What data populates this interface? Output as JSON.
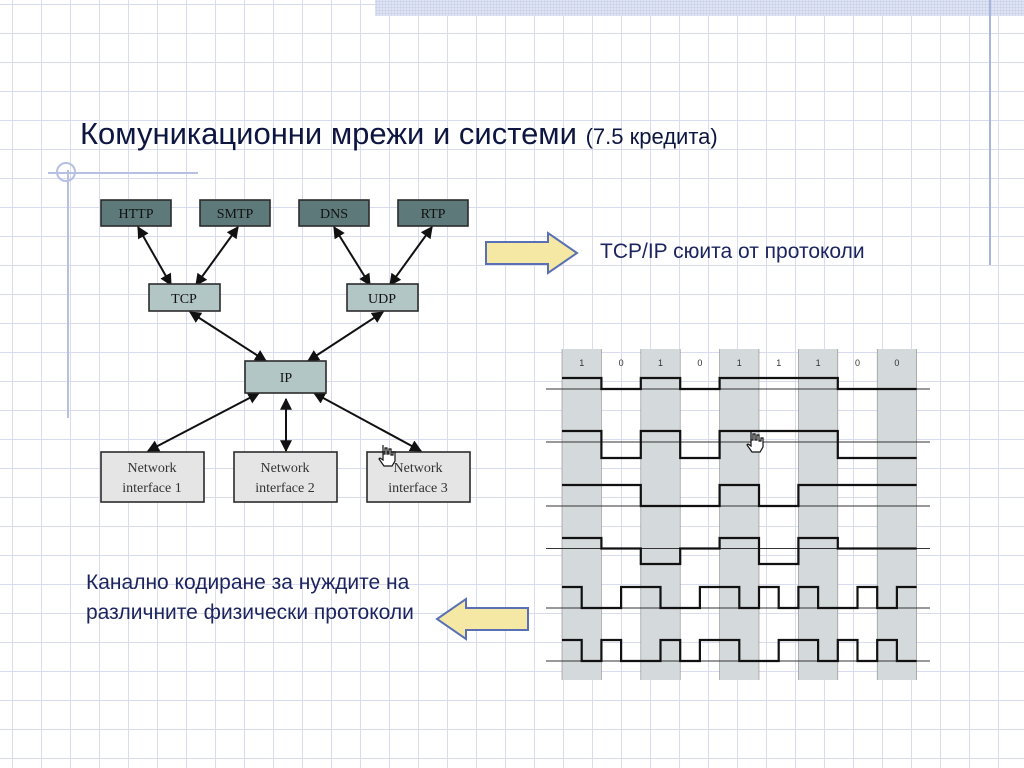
{
  "slide": {
    "title_main": "Комуникационни мрежи и системи",
    "title_sub": "(7.5 кредита)"
  },
  "notes": {
    "tcpip": "TCP/IP сюита от протоколи",
    "channel_coding": "Канално кодиране за нуждите на различните физически протоколи"
  },
  "protocol_stack": {
    "application": [
      "HTTP",
      "SMTP",
      "DNS",
      "RTP"
    ],
    "transport": [
      "TCP",
      "UDP"
    ],
    "network": "IP",
    "interfaces": [
      {
        "line1": "Network",
        "line2": "interface 1"
      },
      {
        "line1": "Network",
        "line2": "interface 2"
      },
      {
        "line1": "Network",
        "line2": "interface 3"
      }
    ]
  },
  "encoding": {
    "bits": [
      "1",
      "0",
      "1",
      "0",
      "1",
      "1",
      "1",
      "0",
      "0"
    ]
  },
  "colors": {
    "app_box": "#5d7979",
    "transport_box": "#b3c6c6",
    "ip_box": "#b3c6c6",
    "nic_box": "#e5e5e5",
    "arrow_fill": "#f4e8a4",
    "arrow_stroke": "#5a70b4",
    "stripe": "#d4d9dc",
    "title": "#0d1640",
    "text": "#1b245e"
  },
  "icons": {
    "arrow_right": "arrow-right-icon",
    "arrow_left": "arrow-left-icon",
    "cursor": "hand-cursor-icon"
  }
}
